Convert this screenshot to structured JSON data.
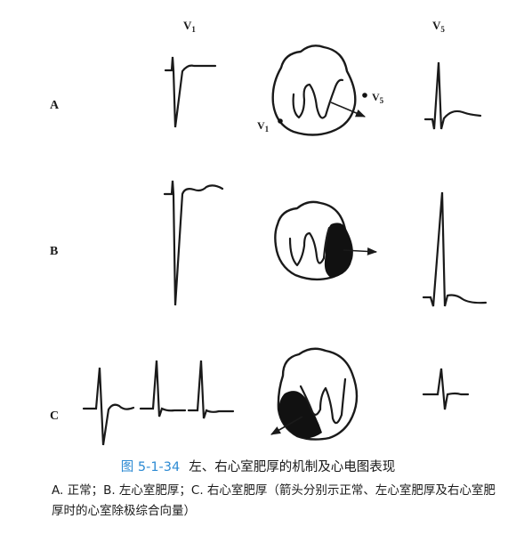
{
  "figure": {
    "lead_v1": {
      "main": "V",
      "sub": "1"
    },
    "lead_v5": {
      "main": "V",
      "sub": "5"
    },
    "rows": [
      {
        "label": "A"
      },
      {
        "label": "B"
      },
      {
        "label": "C"
      }
    ],
    "electrode_v1": {
      "main": "V",
      "sub": "1"
    },
    "electrode_v5": {
      "main": "V",
      "sub": "5"
    }
  },
  "caption": {
    "figure_number": "图 5-1-34",
    "title": "左、右心室肥厚的机制及心电图表现",
    "body": "A. 正常；B. 左心室肥厚；C. 右心室肥厚（箭头分别示正常、左心室肥厚及右心室肥厚时的心室除极综合向量）"
  }
}
